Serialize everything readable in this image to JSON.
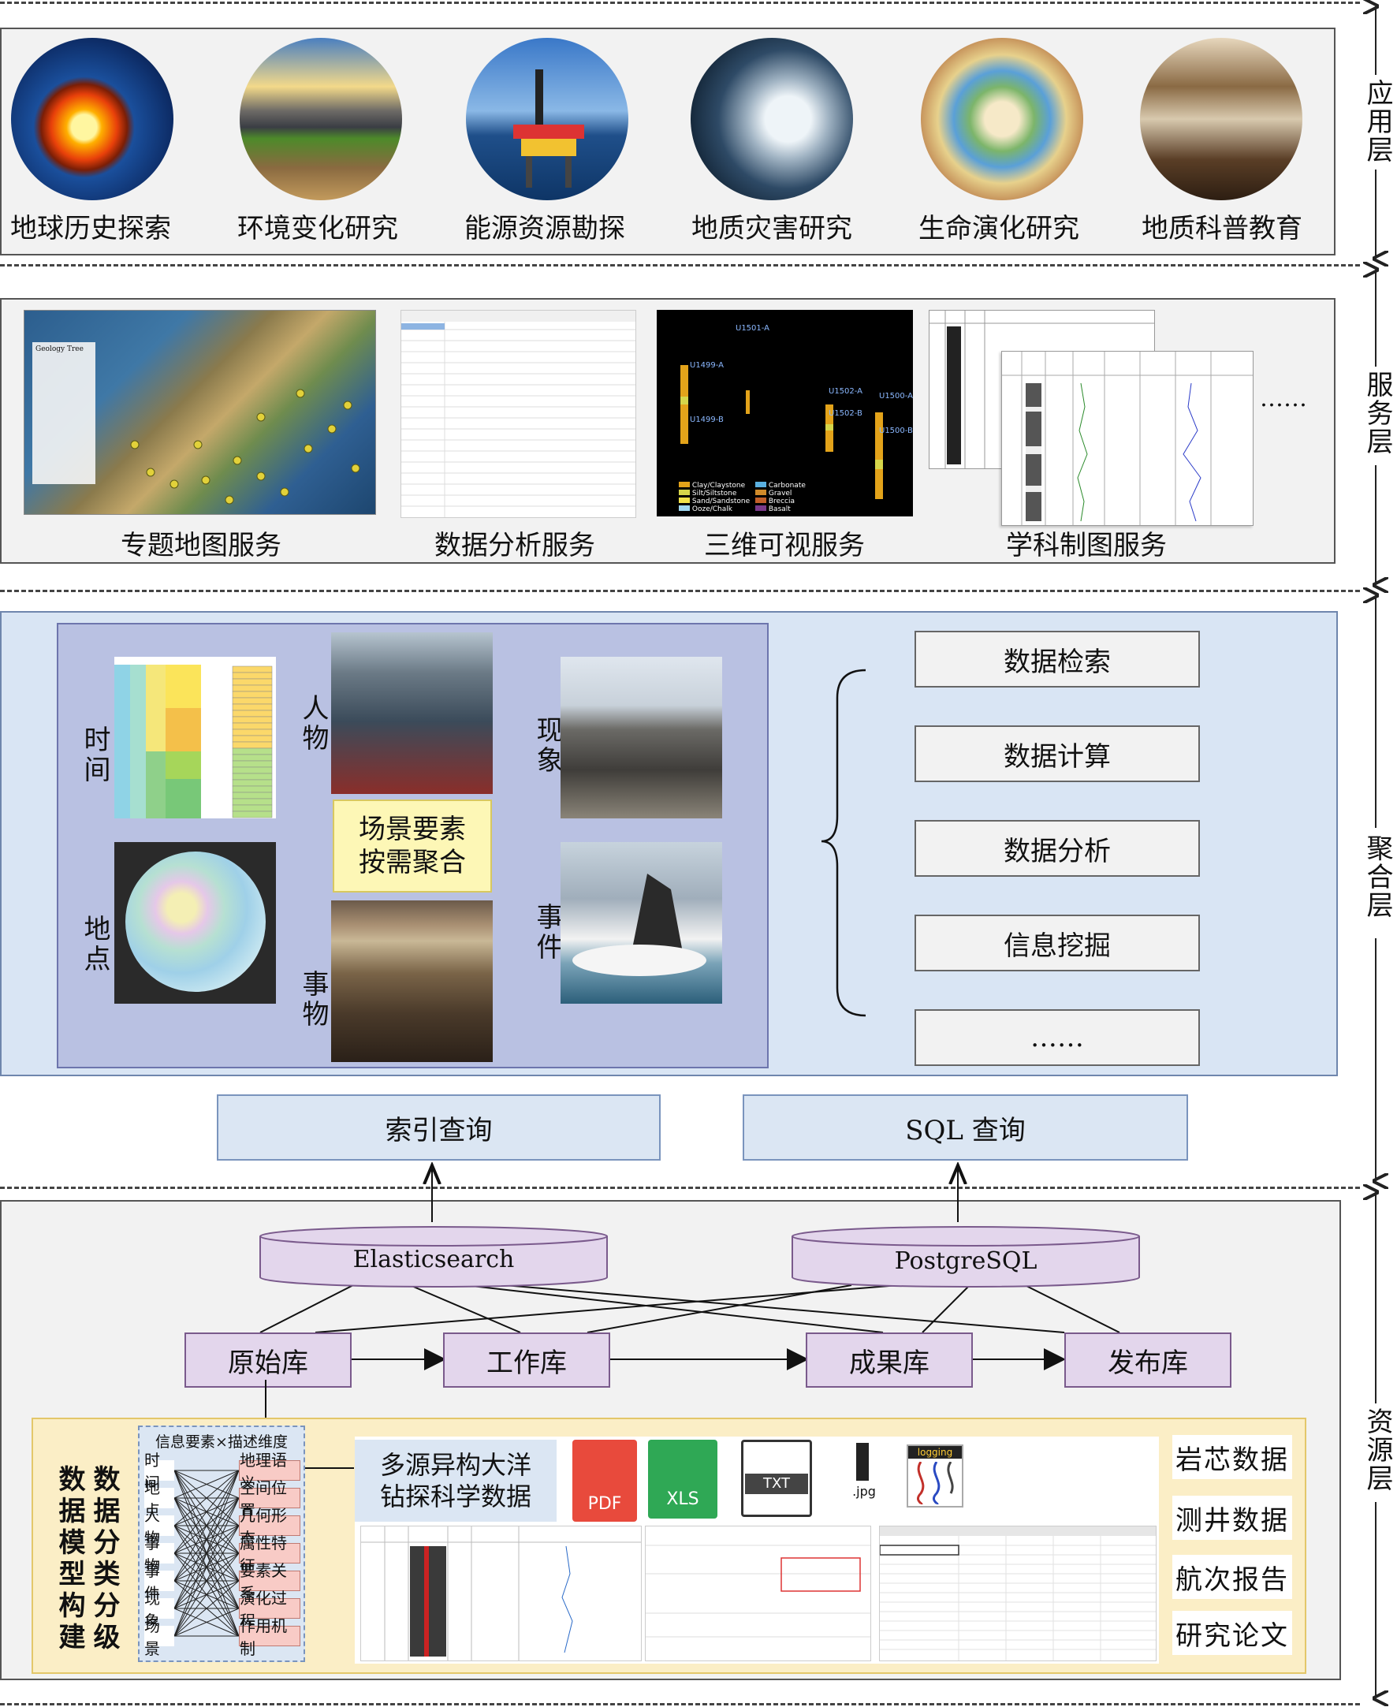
{
  "layers": [
    "应用层",
    "服务层",
    "聚合层",
    "资源层"
  ],
  "applications": [
    "地球历史探索",
    "环境变化研究",
    "能源资源勘探",
    "地质灾害研究",
    "生命演化研究",
    "地质科普教育"
  ],
  "services": [
    "专题地图服务",
    "数据分析服务",
    "三维可视服务",
    "学科制图服务"
  ],
  "services_more": "……",
  "service_screens": {
    "map_title": "Geology Tree",
    "site_labels": [
      "U1499-A",
      "U1499-B",
      "U1502-A",
      "U1502-B",
      "U1500-A",
      "U1500-B",
      "U1501-A"
    ],
    "lith_legend": [
      "Clay/Claystone",
      "Silt/Siltstone",
      "Sand/Sandstone",
      "Ooze/Chalk",
      "Carbonate",
      "Gravel",
      "Breccia",
      "Basalt"
    ]
  },
  "aggregation": {
    "elements": {
      "time": "时间",
      "place": "地点",
      "person": "人物",
      "object": "事物",
      "phenomenon": "现象",
      "event": "事件"
    },
    "center_label_1": "场景要素",
    "center_label_2": "按需聚合",
    "functions": [
      "数据检索",
      "数据计算",
      "数据分析",
      "信息挖掘",
      "……"
    ]
  },
  "query": {
    "index": "索引查询",
    "sql": "SQL 查询"
  },
  "databases": {
    "es": "Elasticsearch",
    "pg": "PostgreSQL"
  },
  "stores": [
    "原始库",
    "工作库",
    "成果库",
    "发布库"
  ],
  "modeling": {
    "vertical_1": "数据分类分级",
    "vertical_2": "数据模型构建",
    "dims_title": "信息要素×描述维度",
    "info_elements": [
      "时间",
      "地点",
      "人物",
      "事物",
      "事件",
      "现象",
      "场景"
    ],
    "descriptors": [
      "地理语义",
      "空间位置",
      "几何形态",
      "属性特征",
      "要素关系",
      "演化过程",
      "作用机制"
    ],
    "source_title_1": "多源异构大洋",
    "source_title_2": "钻探科学数据",
    "file_types": {
      "pdf": "PDF",
      "xls": "XLS",
      "txt": "TXT",
      "jpg": ".jpg",
      "logging": "logging"
    },
    "data_types": [
      "岩芯数据",
      "测井数据",
      "航次报告",
      "研究论文"
    ]
  },
  "colors": {
    "panel_gray": "#f2f2f2",
    "aggregation_bg": "#d9e5f4",
    "aggregation_inner": "#b9c1e2",
    "query_box": "#dbe6f3",
    "store_purple": "#e3d6ec",
    "modeling_bg": "#fbeec6",
    "center_yellow": "#fdf7b6",
    "descriptor_pink": "#f8cbc6"
  }
}
